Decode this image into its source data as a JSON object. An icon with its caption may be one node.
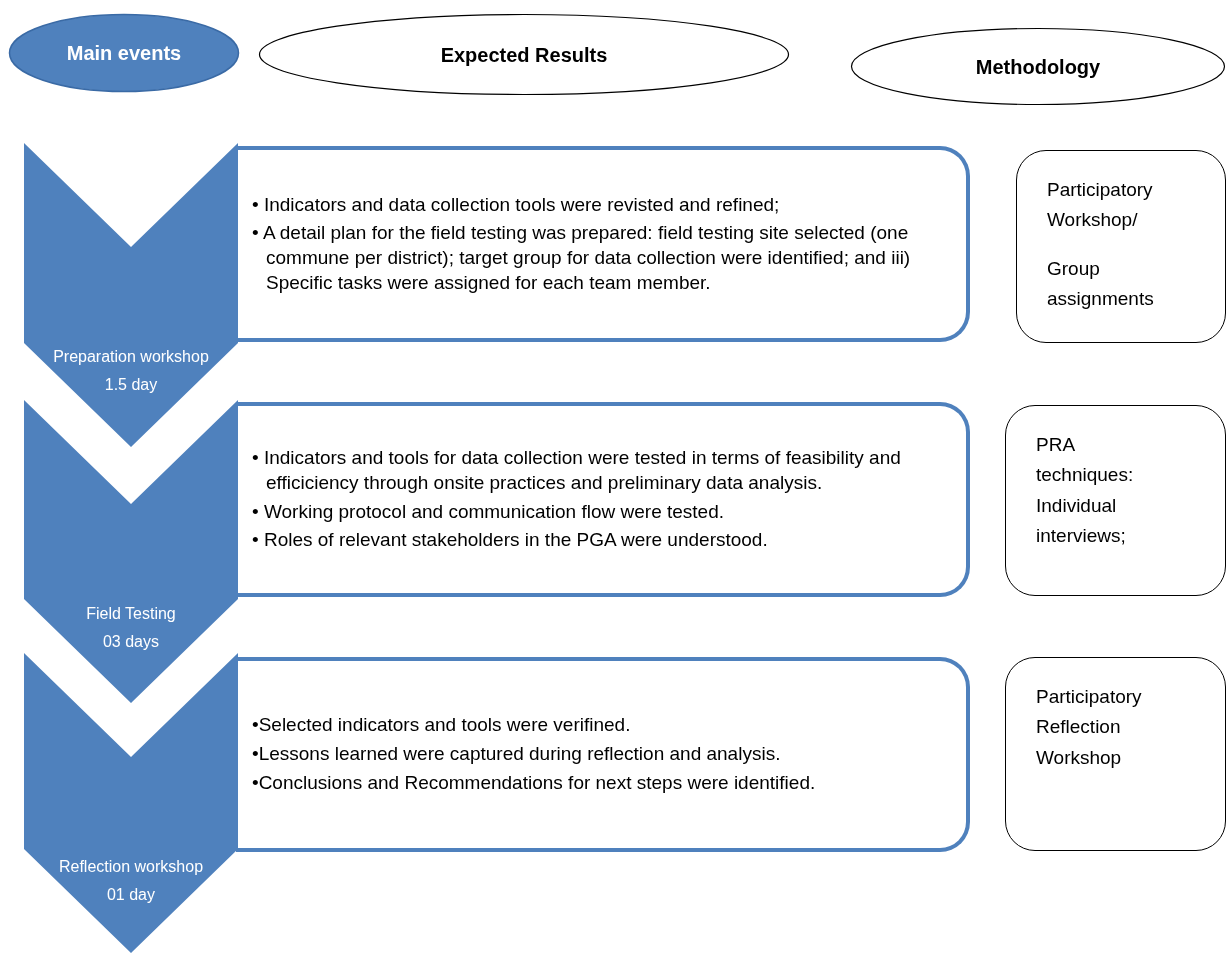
{
  "diagram": {
    "nodes": [
      {
        "text": [
          "Main events"
        ]
      },
      {
        "text": [
          "Expected Results"
        ]
      },
      {
        "text": [
          "Methodology"
        ]
      },
      {
        "text": [
          "Preparation workshop",
          "1.5 day"
        ]
      },
      {
        "text": [
          "• Indicators and data collection tools were revisted and refined;",
          "• A detail plan for the field testing was prepared: field testing site selected (one commune per district); target group for data collection were identified; and iii) Specific tasks were assigned for each team member."
        ]
      },
      {
        "text": [
          "Participatory Workshop/",
          "Group assignments"
        ]
      },
      {
        "text": [
          "Field Testing",
          "03 days"
        ]
      },
      {
        "text": [
          "• Indicators and tools for data collection were tested in terms of feasibility and efficiciency through onsite practices and preliminary data analysis.",
          "• Working protocol and communication flow were tested.",
          "• Roles of relevant stakeholders in the PGA were understood."
        ]
      },
      {
        "text": [
          "PRA techniques: Individual interviews;"
        ]
      },
      {
        "text": [
          "Reflection workshop",
          "01 day"
        ]
      },
      {
        "text": [
          "•Selected indicators and tools were verifined.",
          "•Lessons learned were captured during reflection and analysis.",
          "•Conclusions and Recommendations for next steps were identified."
        ]
      },
      {
        "text": [
          "Participatory Reflection Workshop"
        ]
      }
    ]
  }
}
